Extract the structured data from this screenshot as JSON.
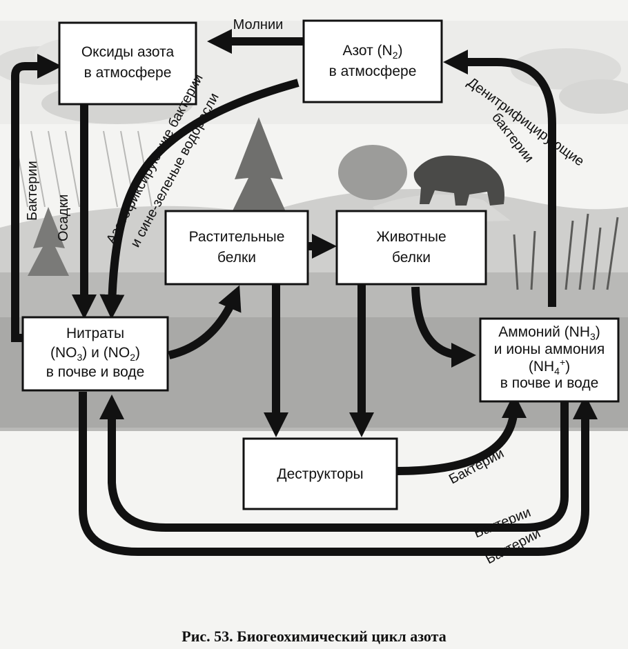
{
  "boxes": {
    "nitrogen_oxides": {
      "line1": "Оксиды азота",
      "line2": "в атмосфере"
    },
    "nitrogen": {
      "line1": "Азот (N",
      "sub": "2",
      "line1_end": ")",
      "line2": "в атмосфере"
    },
    "plant_proteins": {
      "line1": "Растительные",
      "line2": "белки"
    },
    "animal_proteins": {
      "line1": "Животные",
      "line2": "белки"
    },
    "nitrates": {
      "line1": "Нитраты",
      "line2a": "(NO",
      "sub_a": "3",
      "line2b": ") и (NO",
      "sub_b": "2",
      "line2c": ")",
      "line3": "в почве и воде"
    },
    "ammonium": {
      "line1a": "Аммоний (NH",
      "sub_a": "3",
      "line1b": ")",
      "line2": "и ионы аммония",
      "line3a": "(NH",
      "sub_b": "4",
      "sup": "+",
      "line3b": ")",
      "line4": "в почве и воде"
    },
    "decomposers": {
      "line1": "Деструкторы"
    }
  },
  "labels": {
    "lightning": "Молнии",
    "bacteria_left": "Бактерии",
    "precipitation": "Осадки",
    "nitrogen_fixing": "Азотофиксирующие бактерии",
    "blue_green_algae": "и сине-зеленые водоросли",
    "denitrifying_1": "Денитрифицирующие",
    "denitrifying_2": "бактерии",
    "bacteria_1": "Бактерии",
    "bacteria_2": "Бактерии",
    "bacteria_3": "Бактерии"
  },
  "caption": "Рис. 53. Биогеохимический цикл азота"
}
